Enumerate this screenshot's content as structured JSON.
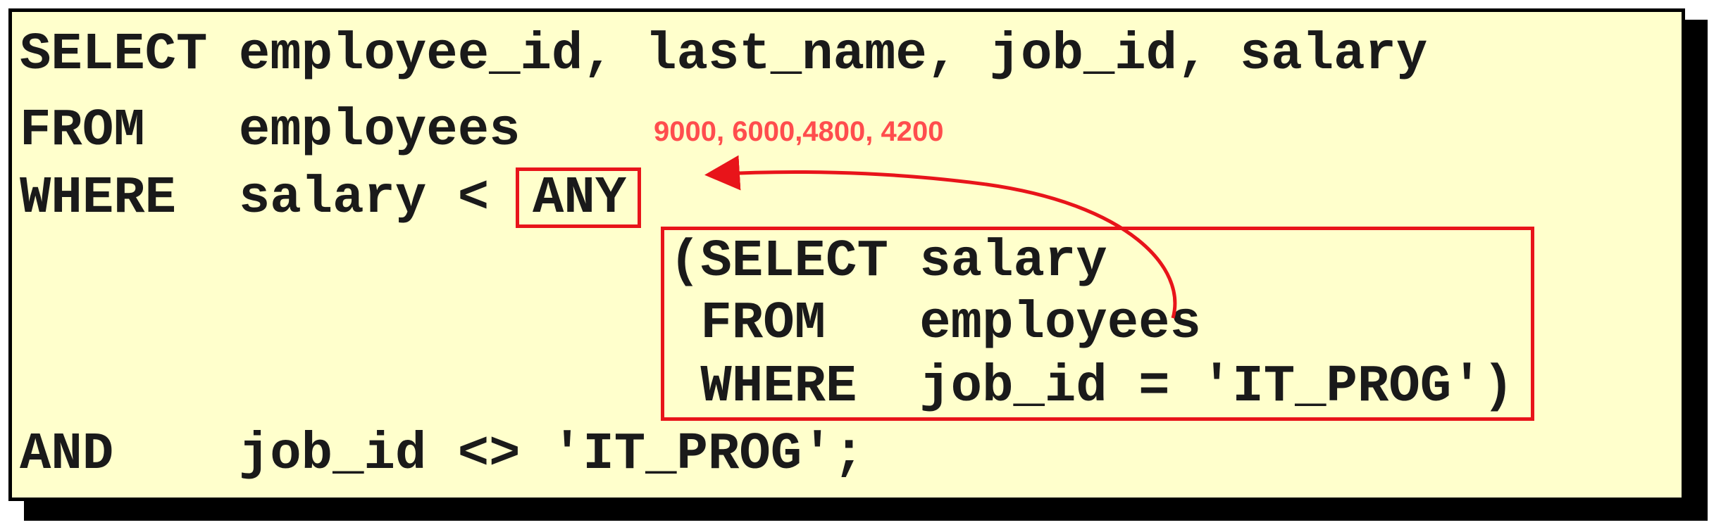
{
  "colors": {
    "panel_background": "#ffffcc",
    "code_text": "#1a1a1a",
    "highlight_box": "#e8141a",
    "annotation_text": "#ff4d4d",
    "shadow": "#000000"
  },
  "code": {
    "line1": "SELECT employee_id, last_name, job_id, salary",
    "line2": "FROM   employees",
    "line3_prefix": "WHERE  salary < ",
    "line3_keyword": "ANY",
    "subquery": {
      "line1": "(SELECT salary",
      "line2": " FROM   employees",
      "line3": " WHERE  job_id = 'IT_PROG')"
    },
    "line_last": "AND    job_id <> 'IT_PROG';"
  },
  "annotation": {
    "values": "9000, 6000,4800, 4200",
    "arrow_icon": "curved-arrow-icon"
  }
}
